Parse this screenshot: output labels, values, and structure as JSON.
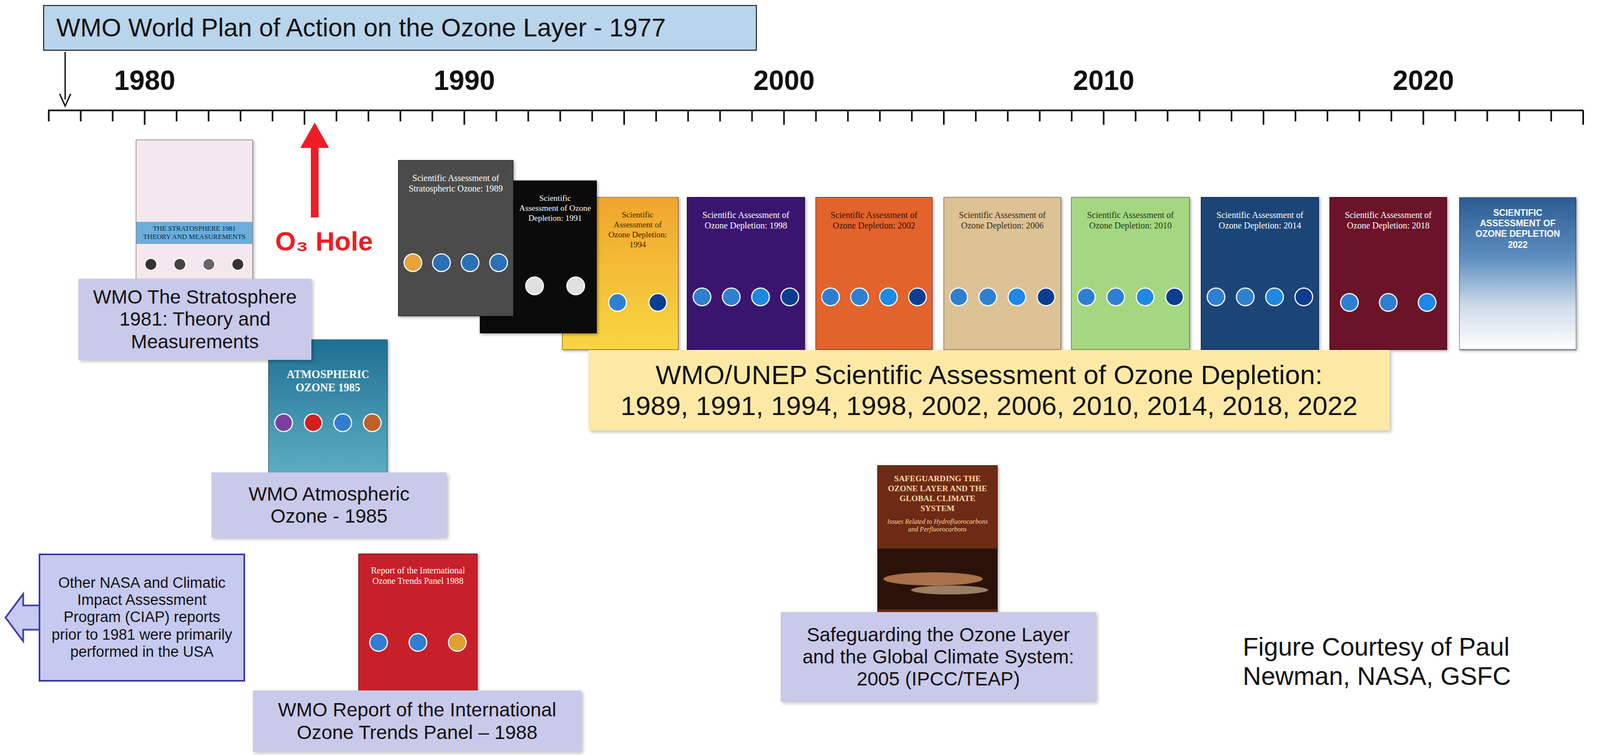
{
  "diagram": {
    "nodes": [
      {
        "text": [
          "WMO World Plan of Action on the Ozone Layer - 1977"
        ]
      },
      {
        "text": [
          "THE STRATOSPHERE 1981 THEORY AND MEASUREMENTS"
        ]
      },
      {
        "text": [
          "WMO The Stratosphere 1981: Theory and Measurements"
        ]
      },
      {
        "text": [
          "Scientific Assessment of Stratospheric Ozone: 1989"
        ]
      },
      {
        "text": [
          "Scientific Assessment of Ozone Depletion: 1991"
        ]
      },
      {
        "text": [
          "Scientific Assessment of Ozone Depletion: 1994"
        ]
      },
      {
        "text": [
          "Scientific Assessment of Ozone Depletion: 1998"
        ]
      },
      {
        "text": [
          "Scientific Assessment of Ozone Depletion: 2002"
        ]
      },
      {
        "text": [
          "Scientific Assessment of Ozone Depletion: 2006"
        ]
      },
      {
        "text": [
          "Scientific Assessment of Ozone Depletion: 2010"
        ]
      },
      {
        "text": [
          "Scientific Assessment of Ozone Depletion: 2014"
        ]
      },
      {
        "text": [
          "Scientific Assessment of Ozone Depletion: 2018"
        ]
      },
      {
        "text": [
          "SCIENTIFIC ASSESSMENT OF OZONE DEPLETION 2022"
        ]
      },
      {
        "text": [
          "WMO/UNEP Scientific Assessment of Ozone Depletion:",
          "1989, 1991, 1994, 1998, 2002, 2006, 2010, 2014, 2018, 2022"
        ]
      },
      {
        "text": [
          "ATMOSPHERIC OZONE 1985"
        ]
      },
      {
        "text": [
          "WMO Atmospheric Ozone - 1985"
        ]
      },
      {
        "text": [
          "Other NASA and Climatic Impact Assessment Program (CIAP) reports prior to 1981 were primarily performed in the USA"
        ]
      },
      {
        "text": [
          "Report of the International Ozone Trends Panel 1988"
        ]
      },
      {
        "text": [
          "SAFEGUARDING THE OZONE LAYER AND THE GLOBAL CLIMATE SYSTEM",
          "Issues Related to Hydrofluorocarbons and Perfluorocarbons"
        ]
      },
      {
        "text": [
          "WMO Report of the International Ozone Trends Panel – 1988"
        ]
      },
      {
        "text": [
          "Safeguarding the Ozone Layer and the Global Climate System: 2005 (IPCC/TEAP)"
        ]
      }
    ],
    "labels": [
      "1980",
      "1990",
      "2000",
      "2010",
      "2020",
      "O₃ Hole",
      "Figure Courtesy of Paul Newman, NASA, GSFC"
    ]
  }
}
